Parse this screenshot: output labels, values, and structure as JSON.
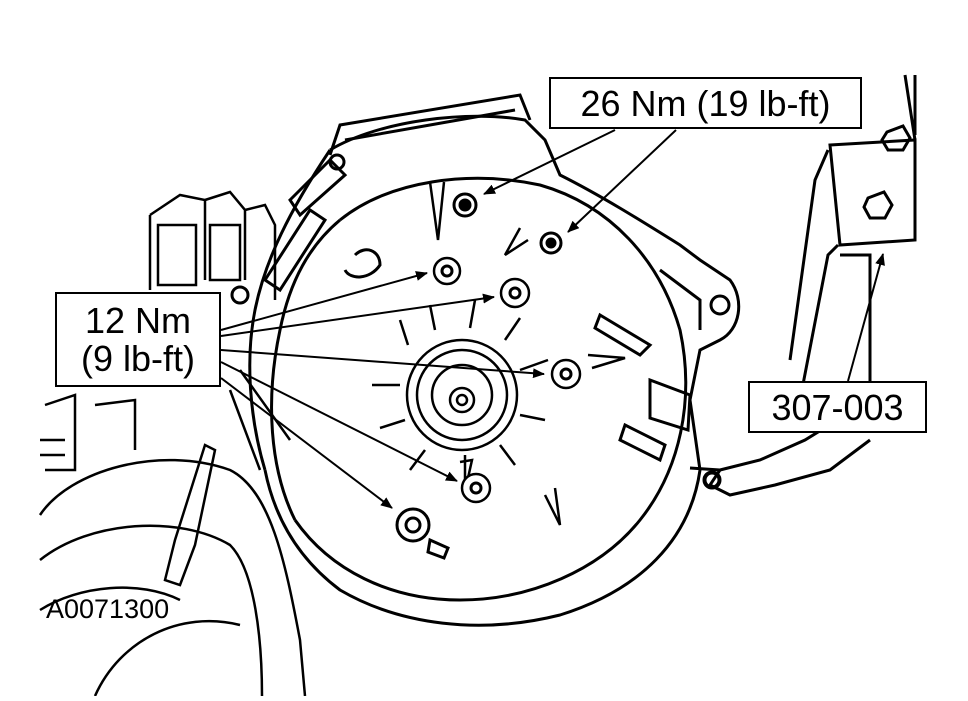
{
  "callouts": {
    "upper_torque": "26 Nm (19 lb-ft)",
    "lower_torque_line1": "12 Nm",
    "lower_torque_line2": "(9 lb-ft)",
    "tool_number": "307-003"
  },
  "figure_id": "A0071300",
  "colors": {
    "line": "#000000",
    "background": "#ffffff"
  }
}
